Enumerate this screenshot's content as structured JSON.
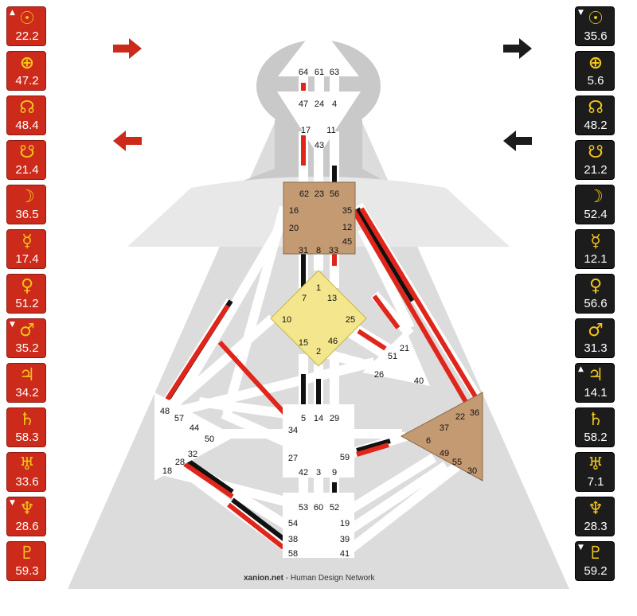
{
  "design_column": [
    {
      "icon": "sun-icon",
      "glyph": "☉",
      "value": "22.2",
      "marker": "▲"
    },
    {
      "icon": "earth-icon",
      "glyph": "⊕",
      "value": "47.2",
      "marker": ""
    },
    {
      "icon": "north-node-icon",
      "glyph": "☊",
      "value": "48.4",
      "marker": ""
    },
    {
      "icon": "south-node-icon",
      "glyph": "☋",
      "value": "21.4",
      "marker": ""
    },
    {
      "icon": "moon-icon",
      "glyph": "☽",
      "value": "36.5",
      "marker": ""
    },
    {
      "icon": "mercury-icon",
      "glyph": "☿",
      "value": "17.4",
      "marker": ""
    },
    {
      "icon": "venus-icon",
      "glyph": "♀",
      "value": "51.2",
      "marker": ""
    },
    {
      "icon": "mars-icon",
      "glyph": "♂",
      "value": "35.2",
      "marker": "▼"
    },
    {
      "icon": "jupiter-icon",
      "glyph": "♃",
      "value": "34.2",
      "marker": ""
    },
    {
      "icon": "saturn-icon",
      "glyph": "♄",
      "value": "58.3",
      "marker": ""
    },
    {
      "icon": "uranus-icon",
      "glyph": "♅",
      "value": "33.6",
      "marker": ""
    },
    {
      "icon": "neptune-icon",
      "glyph": "♆",
      "value": "28.6",
      "marker": "▼"
    },
    {
      "icon": "pluto-icon",
      "glyph": "♇",
      "value": "59.3",
      "marker": ""
    }
  ],
  "personality_column": [
    {
      "icon": "sun-icon",
      "glyph": "☉",
      "value": "35.6",
      "marker": "▼"
    },
    {
      "icon": "earth-icon",
      "glyph": "⊕",
      "value": "5.6",
      "marker": ""
    },
    {
      "icon": "north-node-icon",
      "glyph": "☊",
      "value": "48.2",
      "marker": ""
    },
    {
      "icon": "south-node-icon",
      "glyph": "☋",
      "value": "21.2",
      "marker": ""
    },
    {
      "icon": "moon-icon",
      "glyph": "☽",
      "value": "52.4",
      "marker": ""
    },
    {
      "icon": "mercury-icon",
      "glyph": "☿",
      "value": "12.1",
      "marker": ""
    },
    {
      "icon": "venus-icon",
      "glyph": "♀",
      "value": "56.6",
      "marker": ""
    },
    {
      "icon": "mars-icon",
      "glyph": "♂",
      "value": "31.3",
      "marker": ""
    },
    {
      "icon": "jupiter-icon",
      "glyph": "♃",
      "value": "14.1",
      "marker": "▲"
    },
    {
      "icon": "saturn-icon",
      "glyph": "♄",
      "value": "58.2",
      "marker": ""
    },
    {
      "icon": "uranus-icon",
      "glyph": "♅",
      "value": "7.1",
      "marker": ""
    },
    {
      "icon": "neptune-icon",
      "glyph": "♆",
      "value": "28.3",
      "marker": ""
    },
    {
      "icon": "pluto-icon",
      "glyph": "♇",
      "value": "59.2",
      "marker": "▼"
    }
  ],
  "arrows": {
    "left_top": "arrow-right-icon",
    "left_bottom": "arrow-left-icon",
    "right_top": "arrow-right-icon",
    "right_bottom": "arrow-left-icon"
  },
  "colors": {
    "design": "#cc2a1a",
    "personality": "#1c1c1c",
    "glyph": "#f3c419",
    "defined_center": "#c49a72",
    "g_center": "#f4e68c",
    "silhouette": "#c9c9c9",
    "background_triangle": "#dcdcdc"
  },
  "centers": {
    "head": {
      "defined": false,
      "gates": [
        "64",
        "61",
        "63"
      ]
    },
    "ajna": {
      "defined": false,
      "gates": [
        "47",
        "24",
        "4",
        "17",
        "43",
        "11"
      ]
    },
    "throat": {
      "defined": true,
      "gates": [
        "62",
        "23",
        "56",
        "16",
        "35",
        "20",
        "12",
        "45",
        "31",
        "8",
        "33"
      ]
    },
    "g": {
      "defined": true,
      "gates": [
        "1",
        "7",
        "13",
        "10",
        "25",
        "15",
        "46",
        "2"
      ]
    },
    "heart": {
      "defined": false,
      "gates": [
        "21",
        "51",
        "26",
        "40"
      ]
    },
    "spleen": {
      "defined": false,
      "gates": [
        "48",
        "57",
        "44",
        "50",
        "32",
        "28",
        "18"
      ]
    },
    "solar_plexus": {
      "defined": true,
      "gates": [
        "36",
        "22",
        "37",
        "6",
        "49",
        "55",
        "30"
      ]
    },
    "sacral": {
      "defined": false,
      "gates": [
        "5",
        "14",
        "29",
        "34",
        "27",
        "59",
        "42",
        "3",
        "9"
      ]
    },
    "root": {
      "defined": false,
      "gates": [
        "53",
        "60",
        "52",
        "54",
        "19",
        "38",
        "39",
        "58",
        "41"
      ]
    }
  },
  "credit": {
    "site": "xanion.net",
    "text": " - Human Design Network"
  }
}
